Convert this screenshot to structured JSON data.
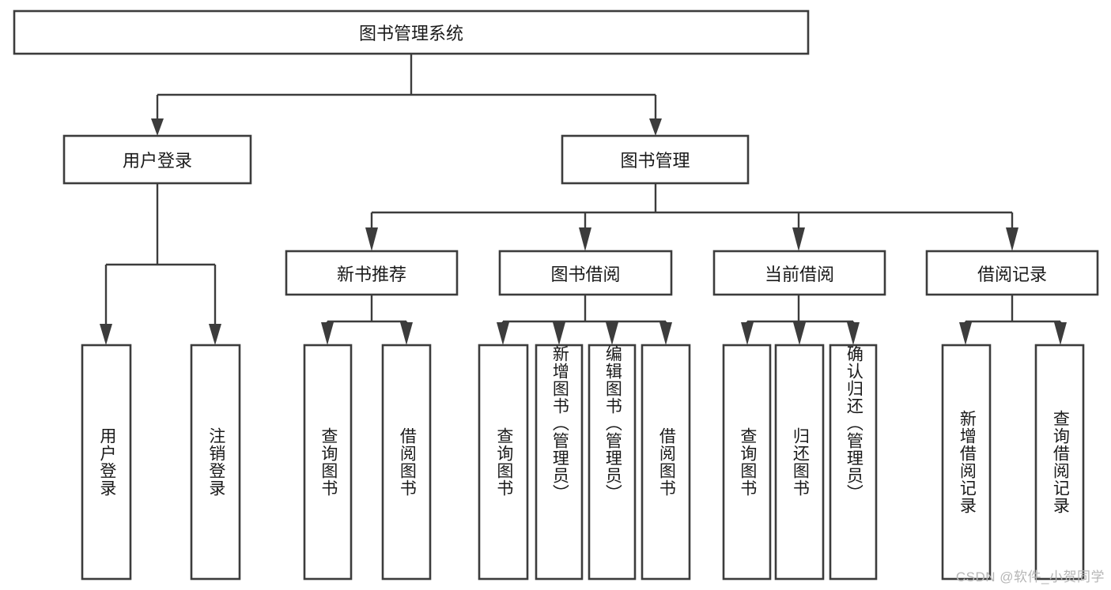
{
  "diagram": {
    "type": "tree",
    "title": "图书管理系统",
    "watermark": "CSDN @软件_小贺同学",
    "colors": {
      "box_stroke": "#3c3c3c",
      "box_fill": "#ffffff",
      "connector": "#3c3c3c",
      "text": "#1a1a1a",
      "watermark": "#b6b6b6",
      "background": "#ffffff"
    },
    "levels": {
      "root": {
        "label": "图书管理系统"
      },
      "level2": [
        {
          "label": "用户登录"
        },
        {
          "label": "图书管理"
        }
      ],
      "level3": [
        {
          "label": "新书推荐"
        },
        {
          "label": "图书借阅"
        },
        {
          "label": "当前借阅"
        },
        {
          "label": "借阅记录"
        }
      ],
      "leaves": [
        {
          "label": "用户登录",
          "parent": "用户登录"
        },
        {
          "label": "注销登录",
          "parent": "用户登录"
        },
        {
          "label": "查询图书",
          "parent": "新书推荐"
        },
        {
          "label": "借阅图书",
          "parent": "新书推荐"
        },
        {
          "label": "查询图书",
          "parent": "图书借阅"
        },
        {
          "label": "新增图书（管理员）",
          "parent": "图书借阅"
        },
        {
          "label": "编辑图书（管理员）",
          "parent": "图书借阅"
        },
        {
          "label": "借阅图书",
          "parent": "图书借阅"
        },
        {
          "label": "查询图书",
          "parent": "当前借阅"
        },
        {
          "label": "归还图书",
          "parent": "当前借阅"
        },
        {
          "label": "确认归还（管理员）",
          "parent": "当前借阅"
        },
        {
          "label": "新增借阅记录",
          "parent": "借阅记录"
        },
        {
          "label": "查询借阅记录",
          "parent": "借阅记录"
        }
      ]
    }
  }
}
